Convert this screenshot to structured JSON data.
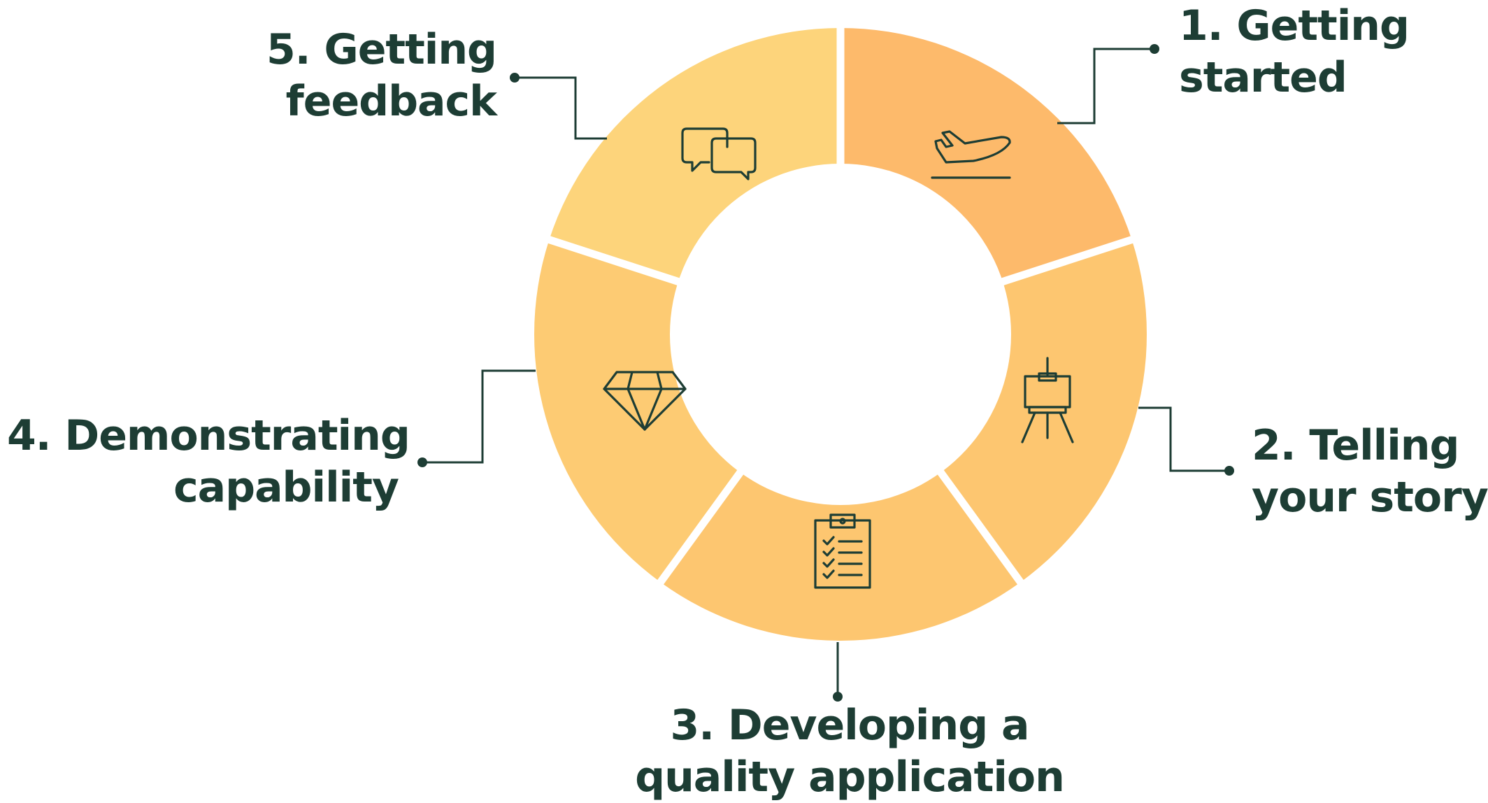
{
  "diagram": {
    "colors": {
      "text": "#1d3d34",
      "line": "#1d3d34",
      "icon": "#1d3d34",
      "separator": "#ffffff",
      "hole": "#ffffff"
    },
    "segments": [
      {
        "number": "1.",
        "line1": "1. Getting",
        "line2": "started",
        "color": "#fdba6b",
        "icon": "airplane-takeoff-icon"
      },
      {
        "number": "2.",
        "line1": "2. Telling",
        "line2": "your story",
        "color": "#fdc670",
        "icon": "easel-icon"
      },
      {
        "number": "3.",
        "line1": "3. Developing a",
        "line2": "quality  application",
        "color": "#fdc670",
        "icon": "clipboard-checklist-icon"
      },
      {
        "number": "4.",
        "line1": "4. Demonstrating",
        "line2": "capability",
        "color": "#fdcb73",
        "icon": "diamond-icon"
      },
      {
        "number": "5.",
        "line1": "5. Getting",
        "line2": "feedback",
        "color": "#fdd47b",
        "icon": "chat-bubbles-icon"
      }
    ]
  }
}
